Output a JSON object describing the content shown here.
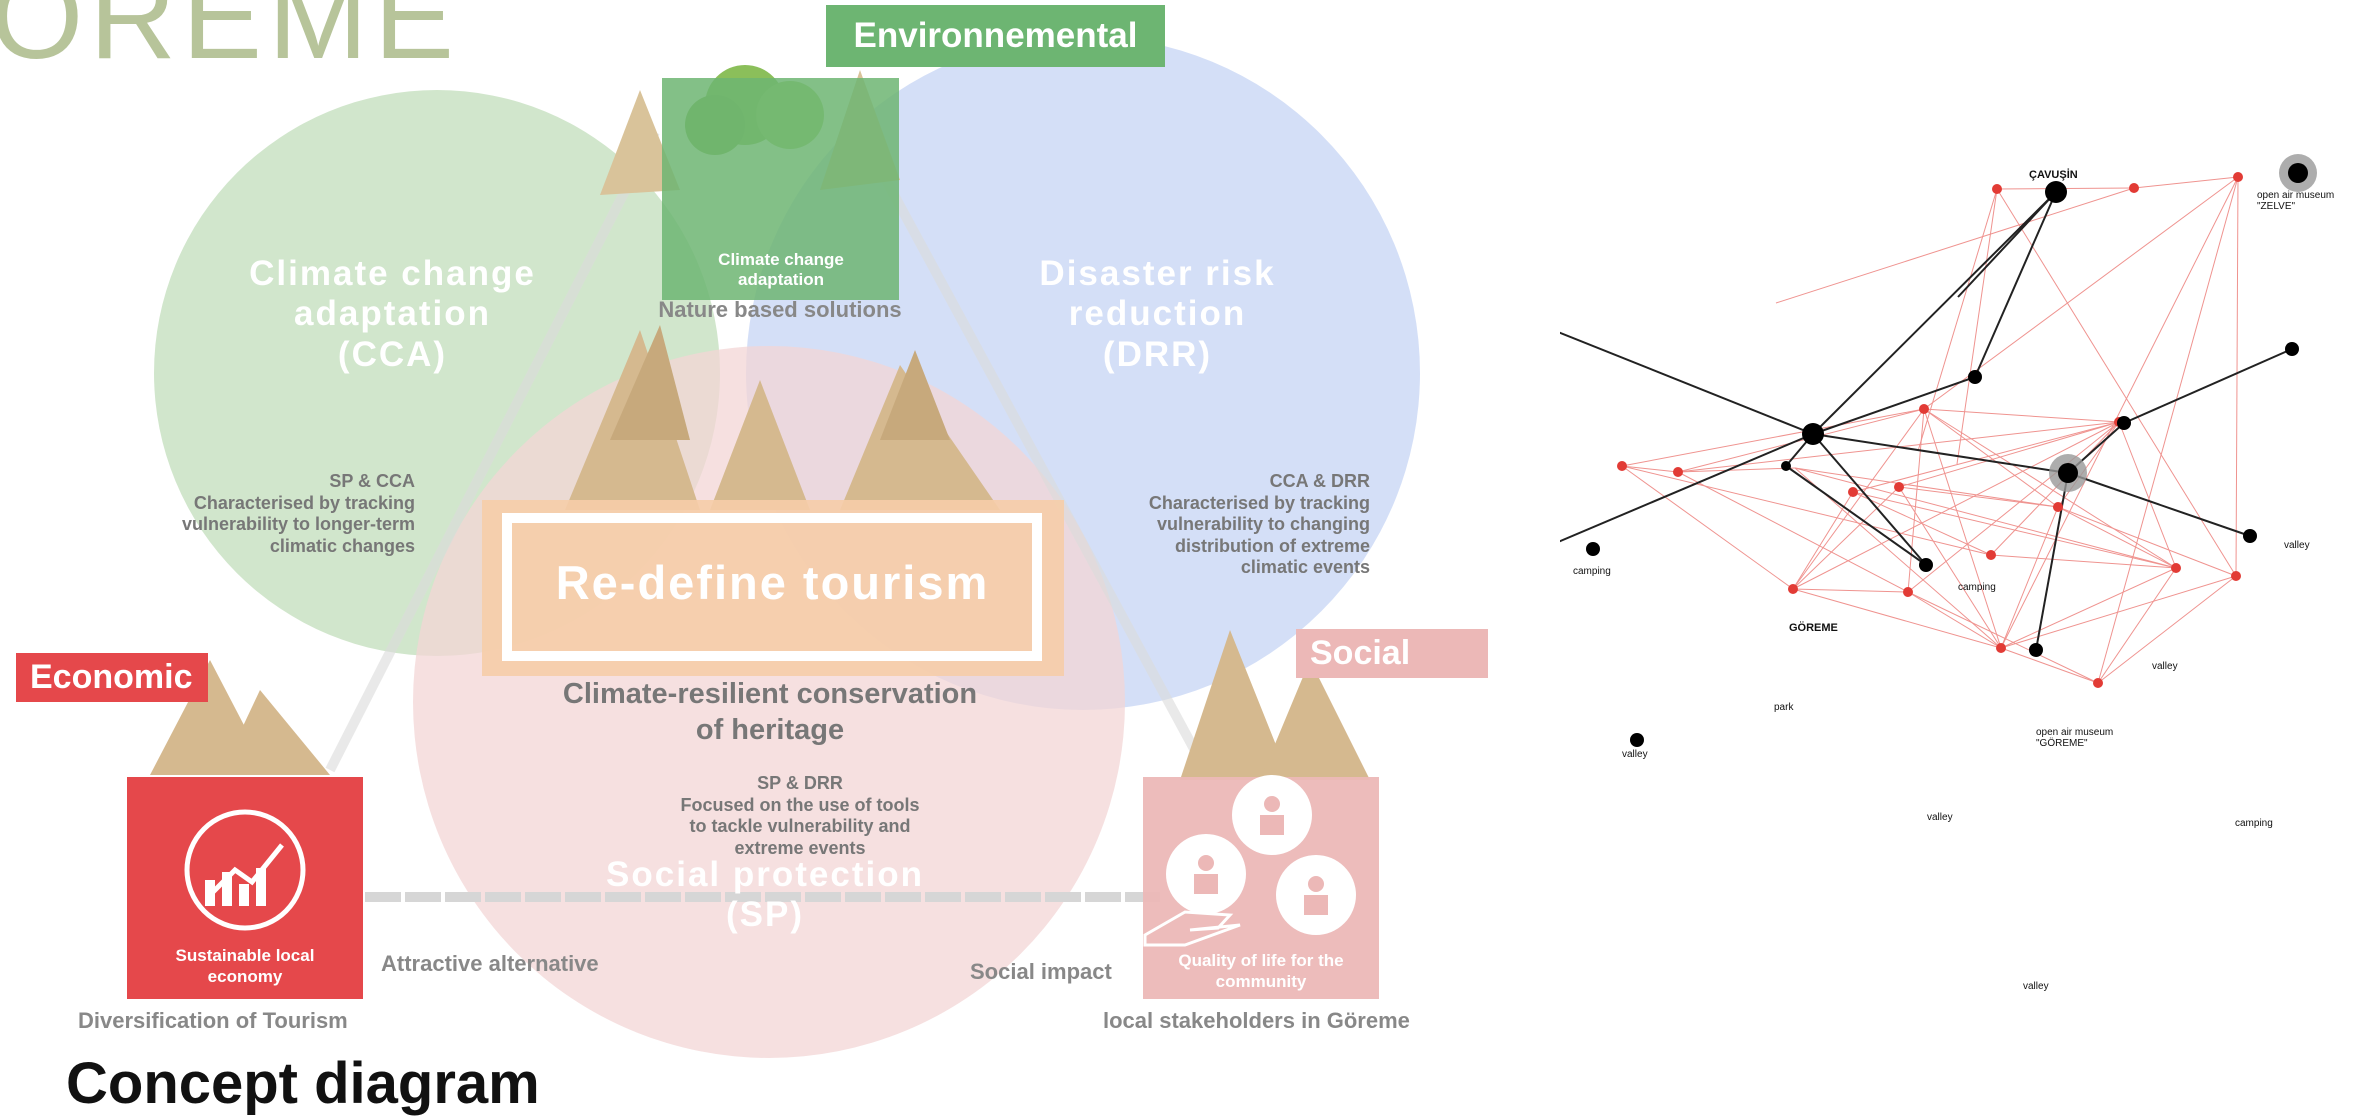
{
  "brand_title": "ÖREME",
  "page_heading": "Concept diagram",
  "colors": {
    "green_circle": "#cfe5c9",
    "blue_circle": "#cfdcf6",
    "pink_circle": "#f3d6d5",
    "environmental": "#6db572",
    "economic": "#e5484b",
    "social": "#ecb8b7",
    "tourism_box": "#f6cda8",
    "network_red": "#e23b35"
  },
  "circles": {
    "cca": "Climate change\nadaptation\n(CCA)",
    "drr": "Disaster risk\nreduction\n(DRR)",
    "sp": "Social protection\n(SP)"
  },
  "notes": {
    "sp_cca": "SP & CCA\nCharacterised by tracking\nvulnerability to longer-term\nclimatic changes",
    "cca_drr": "CCA & DRR\nCharacterised by tracking\nvulnerability to changing\ndistribution of extreme\nclimatic events",
    "sp_drr": "SP & DRR\nFocused on the use of tools\nto tackle vulnerability and\nextreme events"
  },
  "tags": {
    "environmental": "Environnemental",
    "economic": "Economic",
    "social": "Social"
  },
  "center": {
    "headline": "Re-define tourism",
    "subtitle": "Climate-resilient conservation\nof heritage"
  },
  "boxes": {
    "env_caption": "Climate change\nadaptation",
    "env_label": "Nature based solutions",
    "eco_caption": "Sustainable local\neconomy",
    "eco_label": "Diversification of Tourism",
    "soc_caption": "Quality of life for the\ncommunity",
    "soc_label": "local stakeholders in Göreme"
  },
  "links": {
    "attractive": "Attractive alternative",
    "impact": "Social impact"
  },
  "network": {
    "main_nodes": [
      {
        "id": "cavusin",
        "label": "ÇAVUŞİN"
      },
      {
        "id": "goreme",
        "label": "GÖREME"
      },
      {
        "id": "zelve",
        "label": "open air museum\n\"ZELVE\""
      },
      {
        "id": "museum_g",
        "label": "open air museum\n\"GÖREME\""
      }
    ],
    "minor_labels": [
      "camping",
      "camping",
      "camping",
      "valley",
      "valley",
      "valley",
      "valley",
      "valley",
      "park"
    ]
  }
}
